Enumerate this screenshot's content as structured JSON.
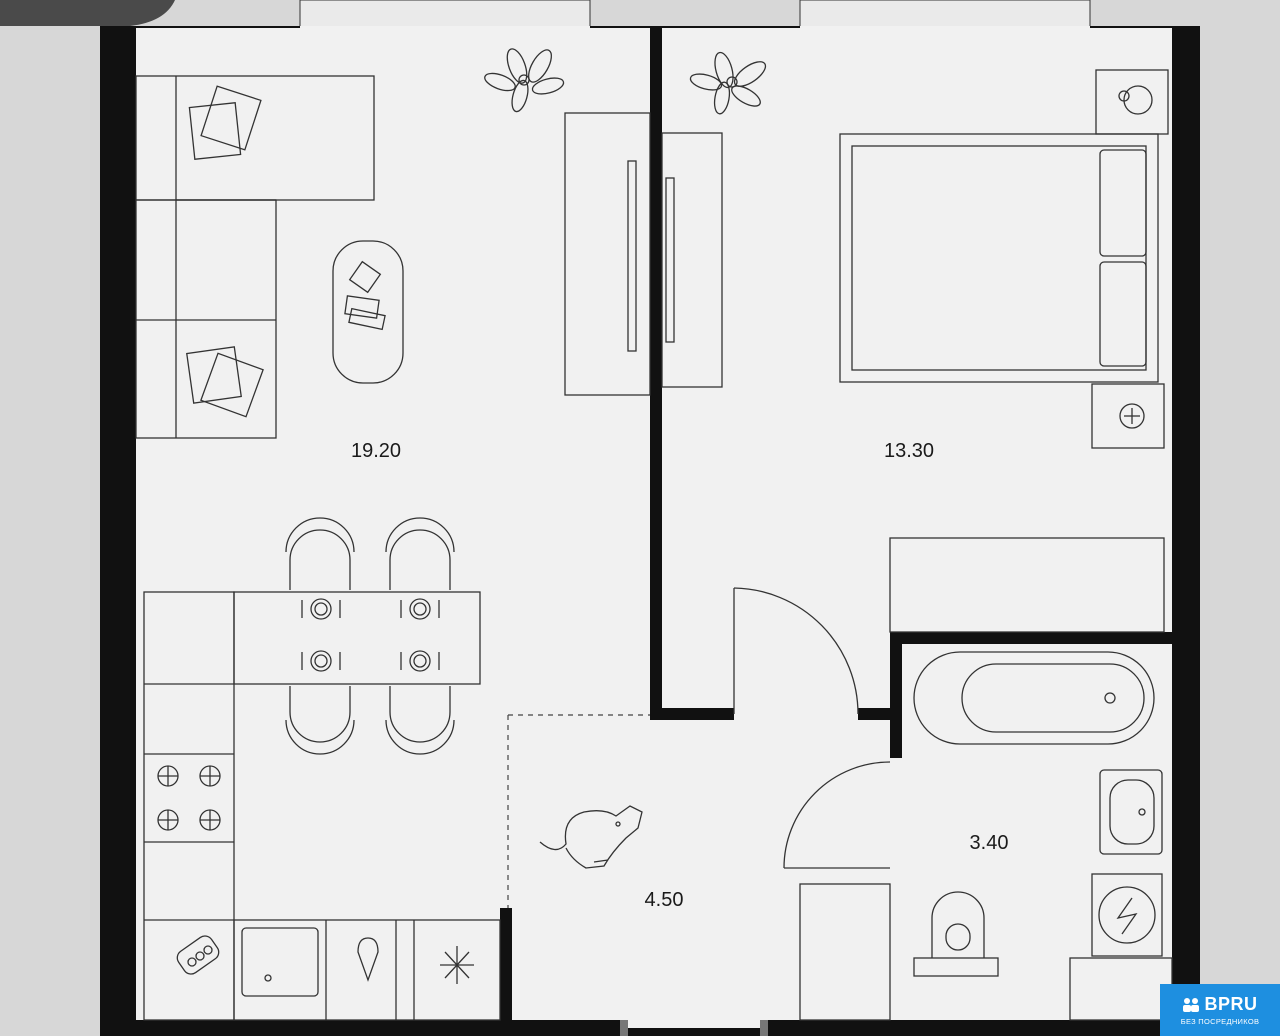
{
  "floor_plan": {
    "rooms": [
      {
        "name": "living-kitchen",
        "area": "19.20"
      },
      {
        "name": "bedroom",
        "area": "13.30"
      },
      {
        "name": "bathroom",
        "area": "3.40"
      },
      {
        "name": "hallway",
        "area": "4.50"
      }
    ],
    "icons": [
      "plant-icon",
      "sofa-icon",
      "pillow-icon",
      "coffee-table-icon",
      "wardrobe-icon",
      "bed-icon",
      "nightstand-icon",
      "dining-table-icon",
      "chair-icon",
      "plate-icon",
      "stove-icon",
      "sink-icon",
      "fridge-icon",
      "dishwasher-icon",
      "bathtub-icon",
      "washbasin-icon",
      "toilet-icon",
      "washing-machine-icon",
      "dog-icon",
      "door-swing-icon"
    ]
  },
  "colors": {
    "wall": "#111111",
    "floor": "#f1f1f1",
    "background": "#d7d7d7",
    "brand": "#1e8fe0"
  },
  "badge": {
    "name": "BPRU",
    "tagline": "БЕЗ ПОСРЕДНИКОВ"
  }
}
